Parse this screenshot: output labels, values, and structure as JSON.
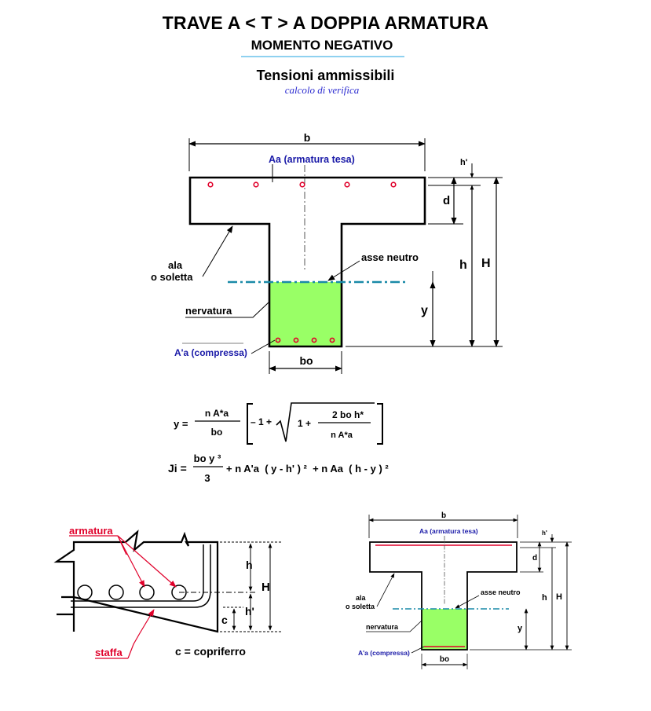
{
  "header": {
    "title": "TRAVE A < T > A DOPPIA ARMATURA",
    "subtitle": "MOMENTO NEGATIVO",
    "section_title": "Tensioni ammissibili",
    "section_subtitle": "calcolo di verifica"
  },
  "main_diagram": {
    "label_b": "b",
    "label_tension_steel": "Aa (armatura tesa)",
    "label_hp": "h'",
    "label_d": "d",
    "label_h": "h",
    "label_H": "H",
    "label_flange": [
      "ala",
      "o soletta"
    ],
    "label_neutral_axis": "asse neutro",
    "label_web": "nervatura",
    "label_y": "y",
    "label_compression_steel": "A'a (compressa)",
    "label_bo": "bo"
  },
  "formulas": {
    "y": {
      "lhs": "y =",
      "num": "n A*a",
      "den": "bo",
      "minus_one": "– 1 +",
      "one_plus": "1 +",
      "inner_num": "2 bo h*",
      "inner_den": "n A*a"
    },
    "ji": {
      "lhs": "Ji =",
      "num": "bo y ³",
      "den": "3",
      "rest": "+ n A'a  ( y - h' ) ²  + n Aa  ( h - y ) ²"
    }
  },
  "detail_diagram": {
    "label_rebar": "armatura",
    "label_stirrup": "staffa",
    "label_h": "h",
    "label_H": "H",
    "label_hp": "h'",
    "label_c": "c",
    "caption": "c = copriferro"
  },
  "small_diagram": {
    "label_b": "b",
    "label_tension_steel": "Aa (armatura tesa)",
    "label_hp": "h'",
    "label_d": "d",
    "label_h": "h",
    "label_H": "H",
    "label_flange": [
      "ala",
      "o soletta"
    ],
    "label_neutral_axis": "asse neutro",
    "label_web": "nervatura",
    "label_y": "y",
    "label_compression_steel": "A'a (compressa)",
    "label_bo": "bo"
  },
  "colors": {
    "compression_zone": "#99ff66",
    "neutral_axis": "#1a8aa8",
    "rebar": "#e0002a",
    "blue_text": "#1a1aa8",
    "red_text": "#e0002a"
  }
}
